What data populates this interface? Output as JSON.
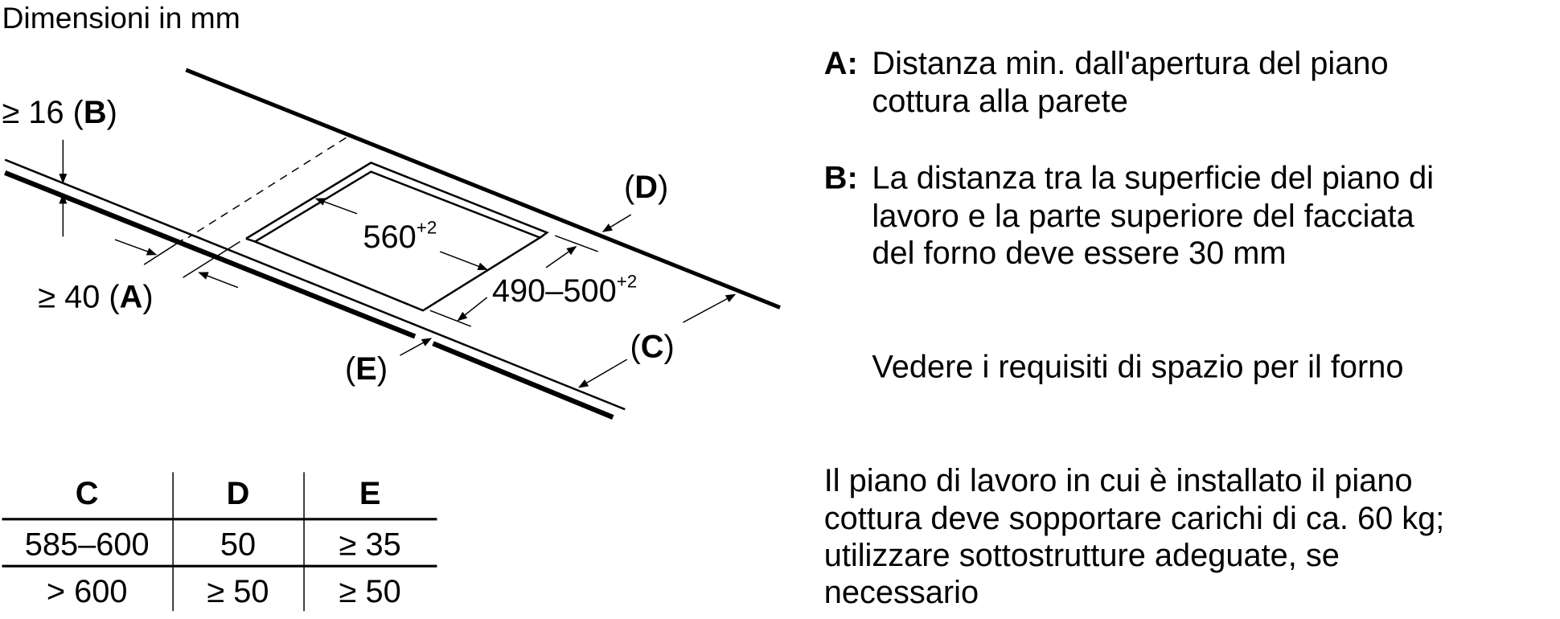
{
  "title": "Dimensioni in mm",
  "diagram": {
    "b_label": {
      "prefix": "≥ 16 (",
      "letter": "B",
      "suffix": ")"
    },
    "a_label": {
      "prefix": "≥ 40 (",
      "letter": "A",
      "suffix": ")"
    },
    "d_label": {
      "prefix": "(",
      "letter": "D",
      "suffix": ")"
    },
    "c_label": {
      "prefix": "(",
      "letter": "C",
      "suffix": ")"
    },
    "e_label": {
      "prefix": "(",
      "letter": "E",
      "suffix": ")"
    },
    "width_dim": {
      "value": "560",
      "tolerance": "+2"
    },
    "depth_dim": {
      "value": "490–500",
      "tolerance": "+2"
    }
  },
  "table": {
    "headers": [
      "C",
      "D",
      "E"
    ],
    "rows": [
      [
        "585–600",
        "50",
        "≥ 35"
      ],
      [
        "> 600",
        "≥ 50",
        "≥ 50"
      ]
    ]
  },
  "notes": {
    "a": {
      "key": "A:",
      "lines": [
        "Distanza min. dall'apertura del piano",
        "cottura alla parete"
      ]
    },
    "b": {
      "key": "B:",
      "lines": [
        "La distanza tra la superficie del piano di",
        "lavoro e la parte superiore del facciata",
        "del forno deve essere 30 mm"
      ]
    },
    "oven": "Vedere i requisiti di spazio per il forno",
    "load": [
      "Il piano di lavoro in cui è installato il piano",
      "cottura deve sopportare carichi di ca. 60 kg;",
      "utilizzare sottostrutture adeguate, se",
      "necessario"
    ]
  }
}
